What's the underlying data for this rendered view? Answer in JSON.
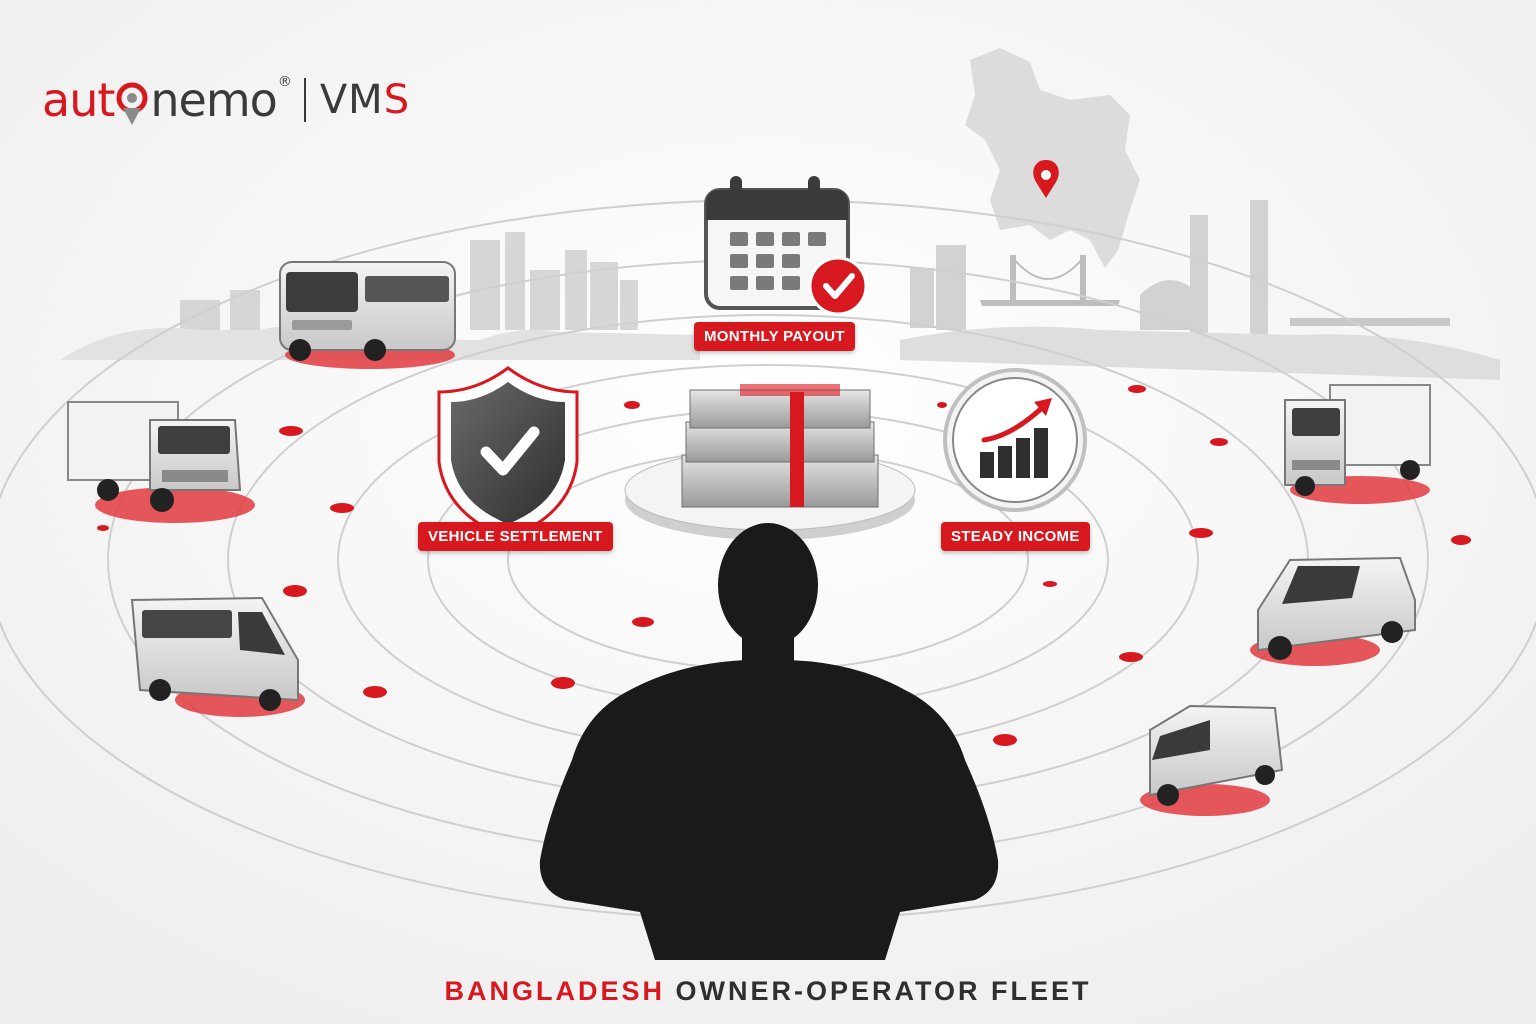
{
  "brand": {
    "name_part1": "aut",
    "name_part2": "nemo",
    "registered": "®",
    "product_part1": "VM",
    "product_part2": "S"
  },
  "badges": {
    "monthly_payout": "MONTHLY PAYOUT",
    "vehicle_settlement": "VEHICLE SETTLEMENT",
    "steady_income": "STEADY INCOME"
  },
  "caption": {
    "highlight": "BANGLADESH",
    "rest": "OWNER-OPERATOR FLEET"
  },
  "colors": {
    "accent": "#d7191f",
    "dark": "#3a3a3a",
    "silhouette": "#1a1a1a"
  },
  "icons": [
    "location-pin-icon",
    "calendar-check-icon",
    "shield-check-icon",
    "growth-chart-icon",
    "cash-stack-icon",
    "bangladesh-map-icon"
  ]
}
